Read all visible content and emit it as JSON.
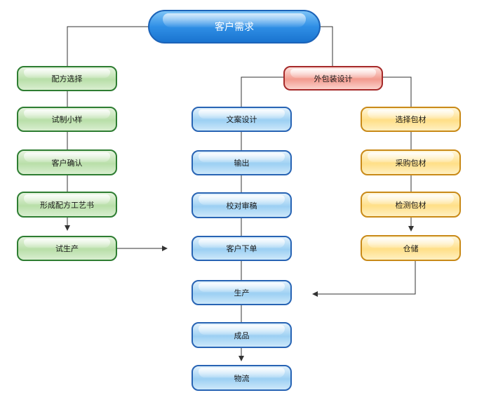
{
  "diagram": {
    "root": {
      "label": "客户需求"
    },
    "left_column": [
      "配方选择",
      "试制小样",
      "客户确认",
      "形成配方工艺书",
      "试生产"
    ],
    "packaging_node": {
      "label": "外包装设计"
    },
    "middle_column": [
      "文案设计",
      "输出",
      "校对审稿",
      "客户下单",
      "生产",
      "成品",
      "物流"
    ],
    "right_column": [
      "选择包材",
      "采购包材",
      "检测包材",
      "仓储"
    ]
  },
  "colors": {
    "root": "#2f8fe6",
    "left": "#2e7d32",
    "middle": "#2864b4",
    "right": "#c98a18",
    "packaging": "#a52a2a",
    "connector": "#333333"
  }
}
